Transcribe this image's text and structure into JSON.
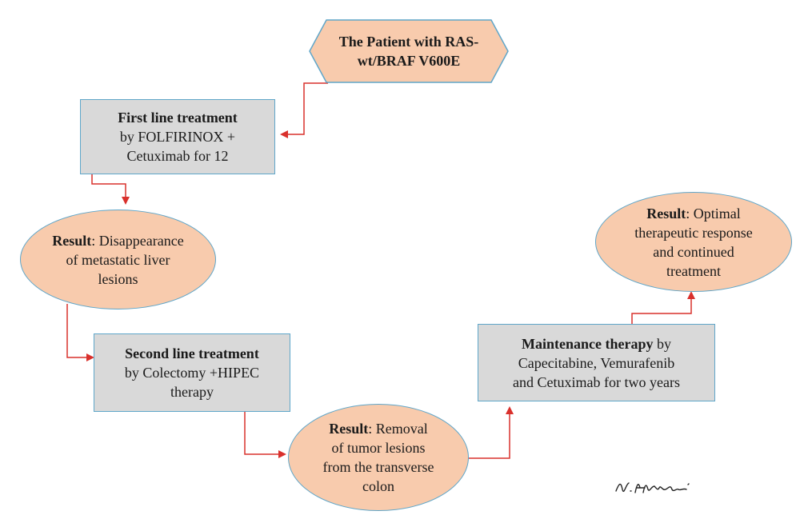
{
  "start": {
    "line1": "The Patient with RAS-",
    "line2": "wt/BRAF V600E"
  },
  "first_line": {
    "bold": "First line treatment",
    "line2": "by FOLFIRINOX +",
    "line3": "Cetuximab for 12"
  },
  "result1": {
    "bold": "Result",
    "rest1": ": Disappearance",
    "line2": "of metastatic liver",
    "line3": "lesions"
  },
  "second_line": {
    "bold": "Second line treatment",
    "line2": "by Colectomy +HIPEC",
    "line3": "therapy"
  },
  "result2": {
    "bold": "Result",
    "rest1": ": Removal",
    "line2": "of tumor lesions",
    "line3": "from the transverse",
    "line4": "colon"
  },
  "maintenance": {
    "bold": "Maintenance therapy",
    "rest1": " by",
    "line2": "Capecitabine, Vemurafenib",
    "line3": "and Cetuximab for two years"
  },
  "result3": {
    "bold": "Result",
    "rest1": ": Optimal",
    "line2": "therapeutic response",
    "line3": "and continued",
    "line4": "treatment"
  },
  "signature": "N. Hatami",
  "colors": {
    "box_fill": "#d9d9d9",
    "ellipse_fill": "#f8cbad",
    "border": "#5fa6c9",
    "arrow": "#d9302c"
  }
}
